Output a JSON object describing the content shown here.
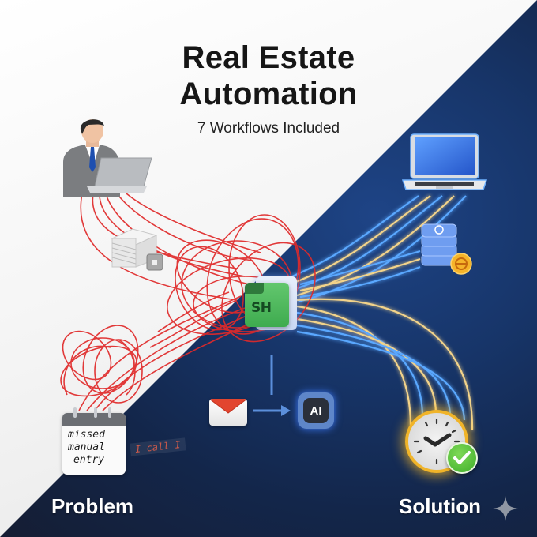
{
  "header": {
    "title_line1": "Real Estate",
    "title_line2": "Automation",
    "subtitle": "7 Workflows Included"
  },
  "panels": {
    "problem": {
      "label": "Problem",
      "background": "#f2f2f2",
      "wire_color": "#e02a2a",
      "items": [
        {
          "icon": "businessman-at-laptop-icon"
        },
        {
          "icon": "paper-stack-icon"
        },
        {
          "icon": "padlock-icon"
        },
        {
          "icon": "calendar-icon"
        }
      ],
      "calendar": {
        "lines": [
          "missed",
          "manual",
          "entry"
        ],
        "note": "I call I"
      }
    },
    "center": {
      "spreadsheet_icon_text": "SH",
      "email_icon": "email-envelope-icon",
      "ai_chip_label": "AI"
    },
    "solution": {
      "label": "Solution",
      "background": "#13264a",
      "wire_colors": [
        "#4aa3ff",
        "#f2d38a"
      ],
      "items": [
        {
          "icon": "laptop-icon"
        },
        {
          "icon": "database-icon"
        },
        {
          "icon": "coin-badge-icon"
        },
        {
          "icon": "clock-icon"
        },
        {
          "icon": "checkmark-badge-icon"
        }
      ]
    }
  },
  "colors": {
    "accent_blue": "#3d7bff",
    "accent_gold": "#f0b429",
    "success_green": "#3fae2a",
    "sheet_green": "#4cb85c"
  }
}
